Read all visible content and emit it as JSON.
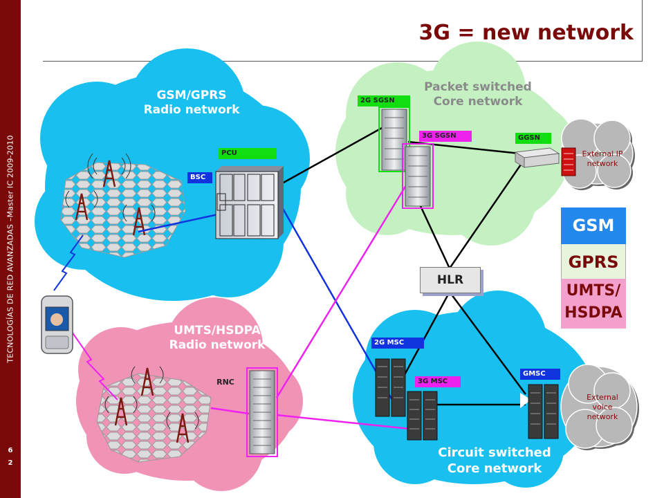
{
  "sidebar": {
    "text": "TECNOLOGÍAS DE RED AVANZADAS –Master IC 2009-2010",
    "page_number_top": "6",
    "page_number_bottom": "2"
  },
  "slide": {
    "title": "3G = new network"
  },
  "clouds": {
    "gsm_radio": {
      "line1": "GSM/GPRS",
      "line2": "Radio network"
    },
    "umts_radio": {
      "line1": "UMTS/HSDPA",
      "line2": "Radio network"
    },
    "packet_core": {
      "line1": "Packet switched",
      "line2": "Core network"
    },
    "circuit_core": {
      "line1": "Circuit switched",
      "line2": "Core network"
    },
    "external_ip": {
      "line1": "External IP",
      "line2": "network"
    },
    "external_voice": {
      "line1": "External",
      "line2": "voice",
      "line3": "network"
    }
  },
  "nodes": {
    "pcu": "PCU",
    "bsc": "BSC",
    "rnc": "RNC",
    "sgsn_2g": "2G SGSN",
    "sgsn_3g": "3G SGSN",
    "ggsn": "GGSN",
    "hlr": "HLR",
    "msc_2g": "2G  MSC",
    "msc_3g": "3G MSC",
    "gmsc": "GMSC"
  },
  "legend": {
    "gsm": "GSM",
    "gprs": "GPRS",
    "umts_line1": "UMTS/",
    "umts_line2": "HSDPA"
  },
  "colors": {
    "brand": "#7a0a0a",
    "cyan_cloud": "#19c0ef",
    "green_cloud": "#c4f0c2",
    "pink_cloud": "#f093b7",
    "gray_cloud": "#b8b8b8",
    "gsm_link": "#1133dd",
    "umts_link": "#ee22ee",
    "gprs_tag": "#11dd11",
    "legend_gsm": "#2288ee",
    "legend_gprs": "#e8f5dc",
    "legend_umts": "#f4a0cc"
  }
}
